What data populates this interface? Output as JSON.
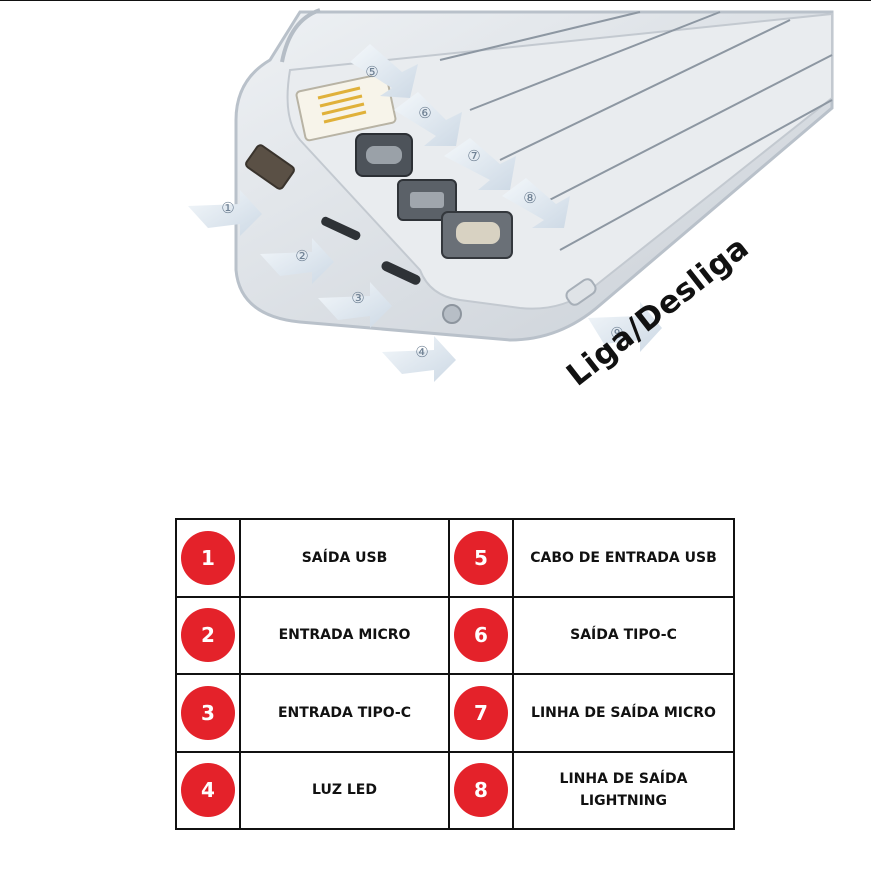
{
  "callouts": [
    "①",
    "②",
    "③",
    "④",
    "⑤",
    "⑥",
    "⑦",
    "⑧",
    "⑨"
  ],
  "onoff_label": "Liga/Desliga",
  "legend": {
    "rows": [
      {
        "left": {
          "number": "1",
          "label": "SAÍDA USB"
        },
        "right": {
          "number": "5",
          "label": "CABO DE ENTRADA USB"
        }
      },
      {
        "left": {
          "number": "2",
          "label": "ENTRADA MICRO"
        },
        "right": {
          "number": "6",
          "label": "SAÍDA TIPO-C"
        }
      },
      {
        "left": {
          "number": "3",
          "label": "ENTRADA TIPO-C"
        },
        "right": {
          "number": "7",
          "label": "LINHA DE SAÍDA MICRO"
        }
      },
      {
        "left": {
          "number": "4",
          "label": "LUZ LED"
        },
        "right": {
          "number": "8",
          "label": "LINHA DE SAÍDA LIGHTNING"
        }
      }
    ]
  },
  "colors": {
    "badge": "#e4222a",
    "arrow": "#dfe8f1",
    "device": "#d9dde2"
  }
}
